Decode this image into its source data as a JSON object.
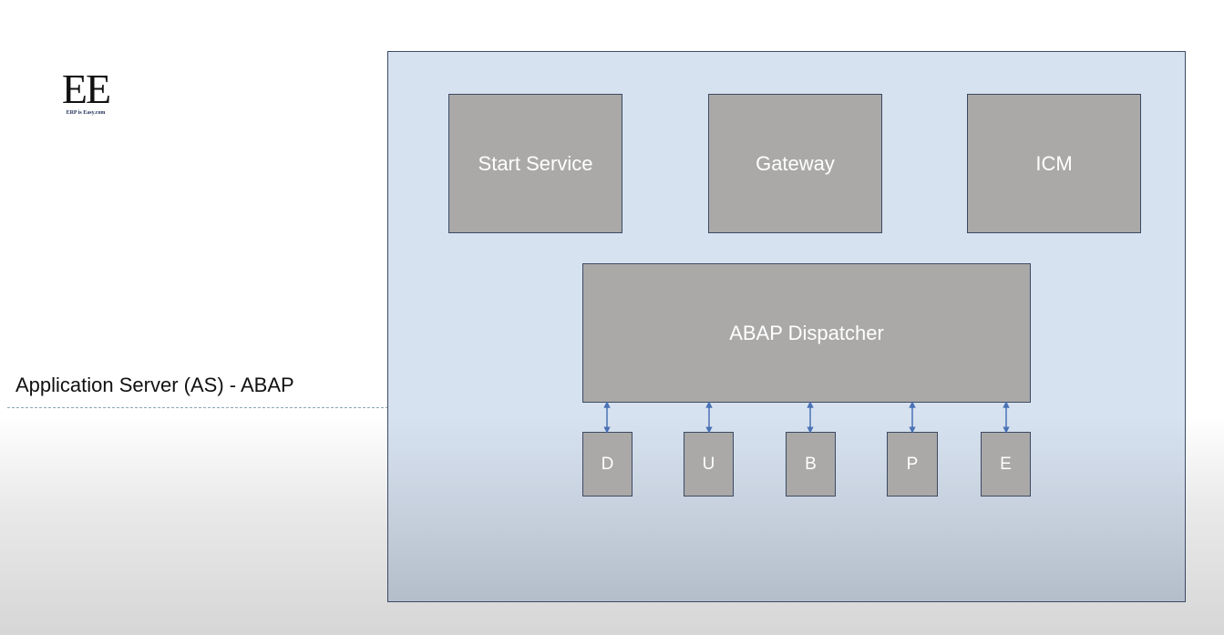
{
  "logo": {
    "mark": "EE",
    "tagline": "ERP is Easy.com"
  },
  "side_label": "Application Server (AS) - ABAP",
  "components": {
    "start_service": "Start Service",
    "gateway": "Gateway",
    "icm": "ICM",
    "dispatcher": "ABAP Dispatcher"
  },
  "work_processes": [
    "D",
    "U",
    "B",
    "P",
    "E"
  ],
  "colors": {
    "box_fill": "#aaa9a8",
    "box_border": "#3c4a63",
    "container_fill": "#d7e2f0",
    "arrow": "#4a72b5"
  }
}
